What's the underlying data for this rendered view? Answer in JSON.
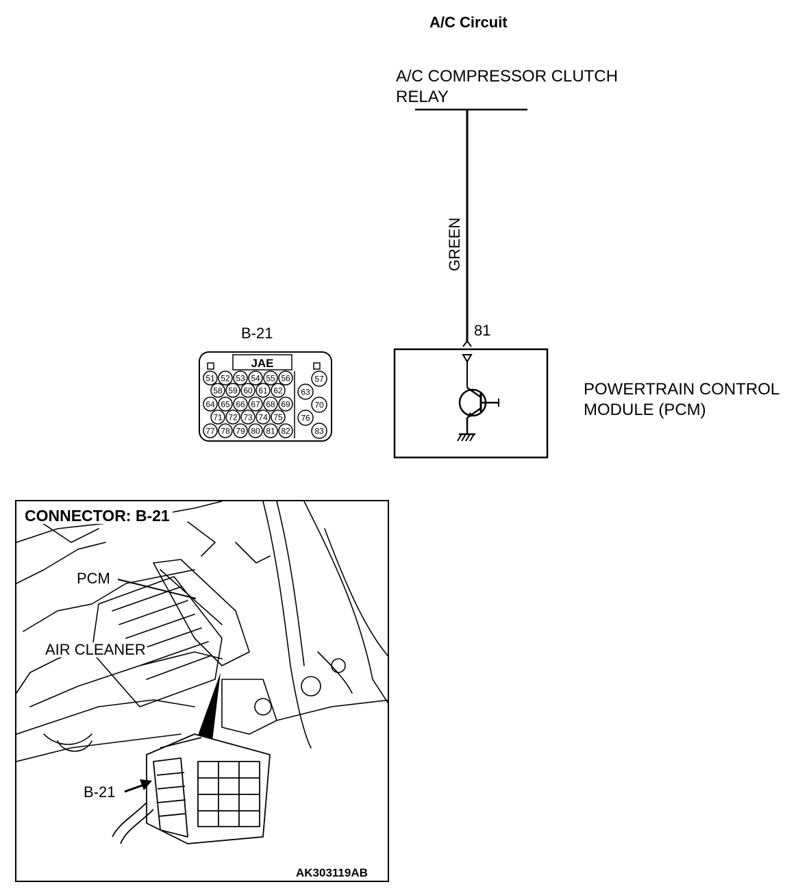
{
  "title": "A/C Circuit",
  "relay": {
    "line1": "A/C COMPRESSOR CLUTCH",
    "line2": "RELAY"
  },
  "wire": {
    "color": "GREEN",
    "pin": "81"
  },
  "pcm": {
    "line1": "POWERTRAIN CONTROL",
    "line2": "MODULE (PCM)"
  },
  "connector": {
    "id": "B-21",
    "maker": "JAE",
    "pins_left": [
      [
        "51",
        "52",
        "53",
        "54",
        "55",
        "56"
      ],
      [
        "58",
        "59",
        "60",
        "61",
        "62"
      ],
      [
        "64",
        "65",
        "66",
        "67",
        "68",
        "69"
      ],
      [
        "71",
        "72",
        "73",
        "74",
        "75"
      ],
      [
        "77",
        "78",
        "79",
        "80",
        "81",
        "82"
      ]
    ],
    "pins_right": [
      "57",
      "63",
      "70",
      "76",
      "83"
    ]
  },
  "location": {
    "title": "CONNECTOR: B-21",
    "pcm_label": "PCM",
    "air_cleaner_label": "AIR CLEANER",
    "connector_label": "B-21",
    "figure_code": "AK303119AB"
  }
}
